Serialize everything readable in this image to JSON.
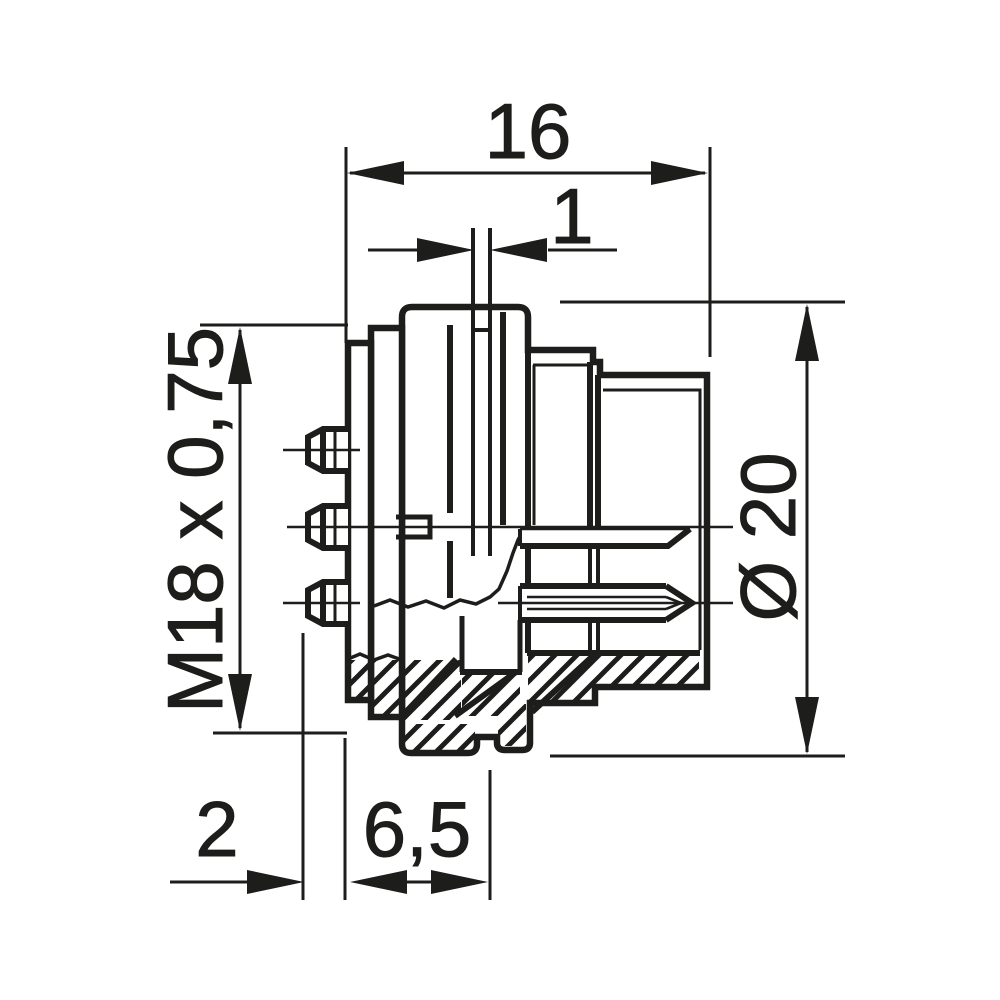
{
  "page": {
    "background": "#ffffff",
    "line_color": "#1d1d1b"
  },
  "drawing": {
    "kind": "technical dimension drawing, connector cross-section",
    "dimensions": {
      "overall_length": "16",
      "slot_width": "1",
      "thread_spec": "M18 x 0,75",
      "outer_diameter": "Ø 20",
      "flange_thickness": "2",
      "front_length": "6,5"
    }
  }
}
